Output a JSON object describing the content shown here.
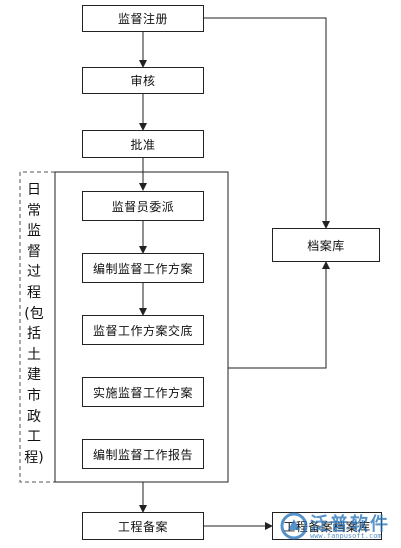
{
  "nodes": {
    "register": "监督注册",
    "review": "审核",
    "approve": "批准",
    "assign": "监督员委派",
    "plan": "编制监督工作方案",
    "disclose": "监督工作方案交底",
    "implement": "实施监督工作方案",
    "report": "编制监督工作报告",
    "archive": "档案库",
    "filing": "工程备案",
    "filing_archive": "工程备案档案库"
  },
  "group_label": "日常监督过程(包括土建市政工程)",
  "watermark": {
    "name": "泛普软件",
    "url": "www.fanpusoft.com",
    "icon": "fanpu-logo-icon"
  }
}
